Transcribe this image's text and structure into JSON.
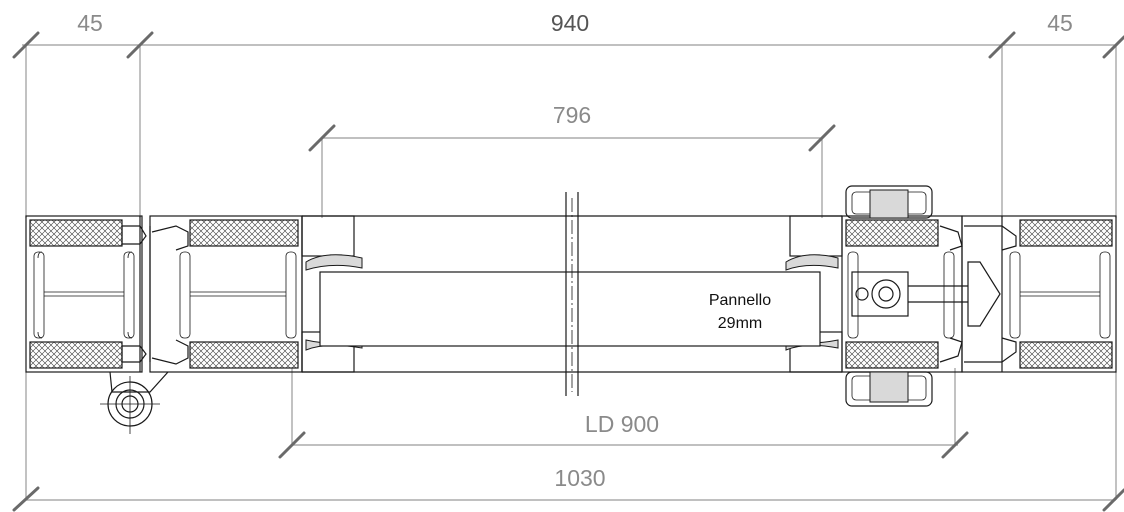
{
  "dimensions": {
    "left_frame": "45",
    "overall_top": "940",
    "right_frame": "45",
    "panel_width": "796",
    "clear_opening": "LD 900",
    "overall_bottom": "1030"
  },
  "labels": {
    "panel_line1": "Pannello",
    "panel_line2": "29mm"
  }
}
